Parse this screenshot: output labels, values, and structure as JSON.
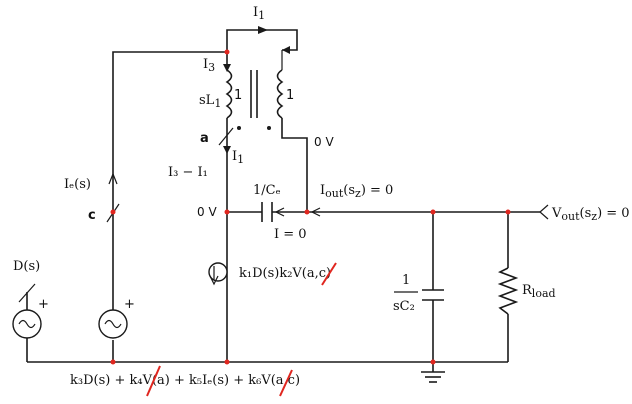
{
  "labels": {
    "i1_top": "I",
    "i1_top_sub": "1",
    "i3": "I",
    "i3_sub": "3",
    "sl1": "sL",
    "sl1_sub": "1",
    "turns_left": "1",
    "turns_right": "1",
    "node_a": "a",
    "zero_v_a": "0 V",
    "i1_mid": "I",
    "i1_mid_sub": "1",
    "i3_minus_i1": "I₃ − I₁",
    "ic": "Iₑ(s)",
    "node_c": "c",
    "zero_v_c": "0 V",
    "cap_cc": "1/Cₑ",
    "i_zero": "I = 0",
    "iout": "I",
    "iout_sub": "out",
    "iout_rest": "(s",
    "iout_sub2": "z",
    "iout_tail": ") = 0",
    "vout": "V",
    "vout_sub": "out",
    "vout_rest": "(s",
    "vout_sub2": "z",
    "vout_tail": ") = 0",
    "ds": "D(s)",
    "plus1": "+",
    "plus2": "+",
    "cur_src": "k₁D(s)k₂V(a,c)",
    "c2_num": "1",
    "c2_den": "sC₂",
    "rload": "R",
    "rload_sub": "load",
    "bottom_eq": "k₃D(s) + k₄V(a) + k₅Iₑ(s) + k₆V(a,c)"
  },
  "colors": {
    "wire": "#1a1a1a",
    "node": "#e0261f",
    "strike": "#e0261f",
    "background": "#ffffff"
  },
  "icons": {
    "transformer": "transformer-icon",
    "capacitor": "capacitor-icon",
    "resistor": "resistor-icon",
    "current_source": "current-source-icon",
    "voltage_source": "voltage-source-icon",
    "ground": "ground-icon",
    "break_mark": "break-mark-icon"
  }
}
